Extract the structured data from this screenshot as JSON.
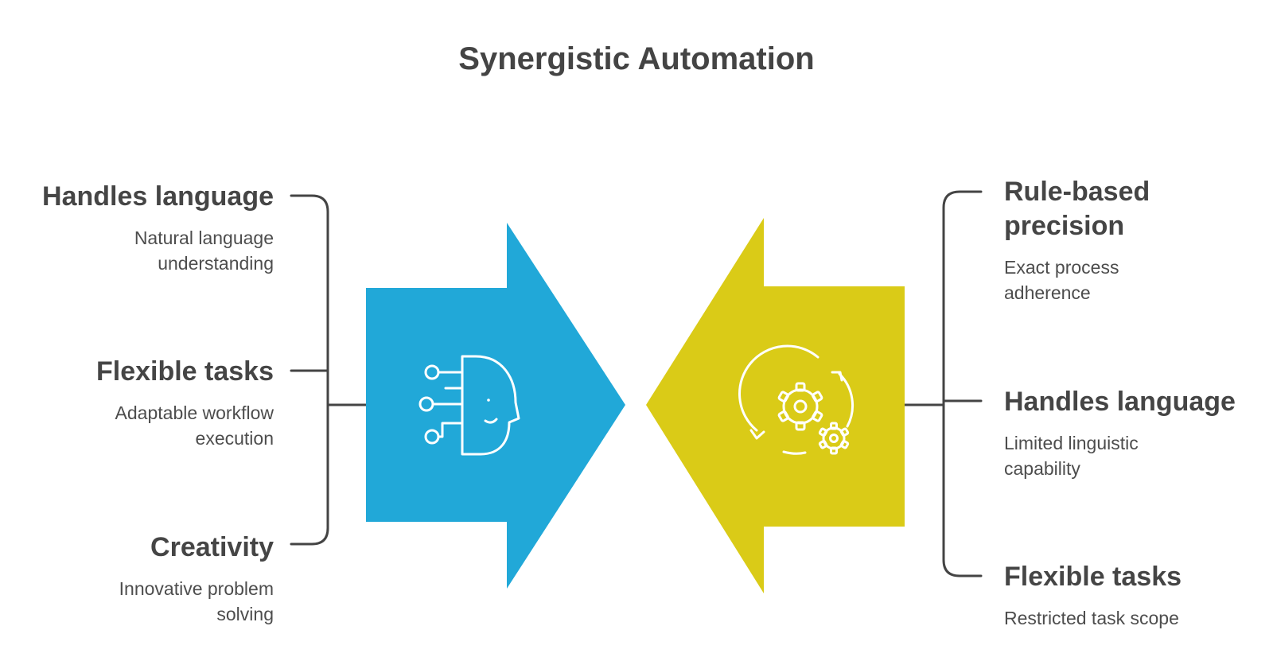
{
  "title": "Synergistic Automation",
  "colors": {
    "left_arrow": "#21A8D8",
    "right_arrow": "#DACB17",
    "connector": "#444444",
    "icon_stroke": "#ffffff"
  },
  "icons": {
    "left": "ai-head-circuit-icon",
    "right": "rotating-gears-icon"
  },
  "left_items": [
    {
      "title": "Handles language",
      "desc": [
        "Natural language",
        "understanding"
      ]
    },
    {
      "title": "Flexible tasks",
      "desc": [
        "Adaptable workflow",
        "execution"
      ]
    },
    {
      "title": "Creativity",
      "desc": [
        "Innovative problem",
        "solving"
      ]
    }
  ],
  "right_items": [
    {
      "title": [
        "Rule-based",
        "precision"
      ],
      "desc": [
        "Exact process",
        "adherence"
      ]
    },
    {
      "title": "Handles language",
      "desc": [
        "Limited linguistic",
        "capability"
      ]
    },
    {
      "title": "Flexible tasks",
      "desc": [
        "Restricted task scope"
      ]
    }
  ]
}
